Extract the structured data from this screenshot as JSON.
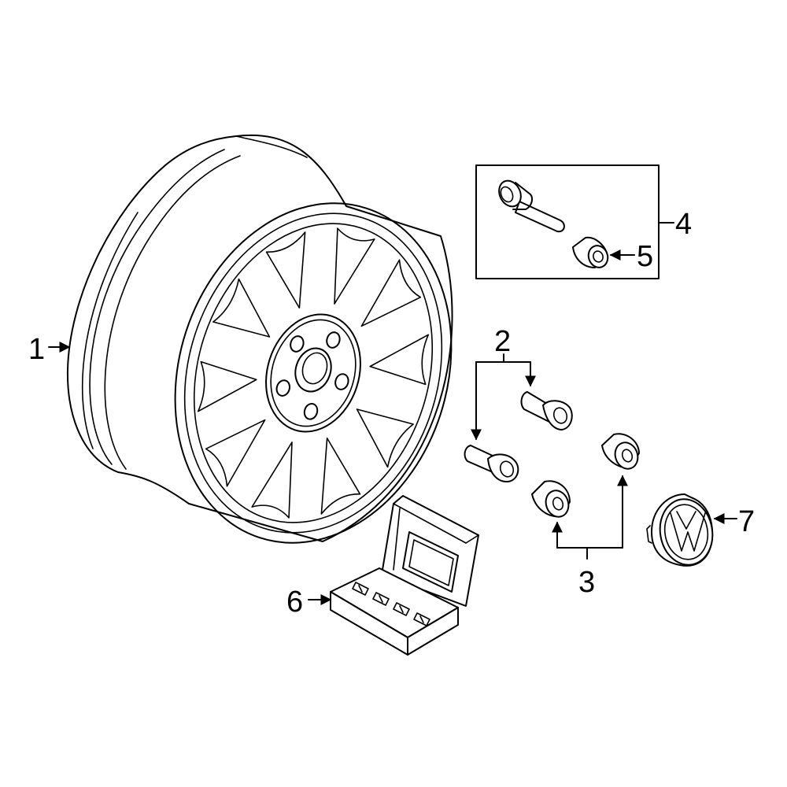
{
  "colors": {
    "highlight": "#2f56c3",
    "line": "#000000",
    "background": "#ffffff"
  },
  "callouts": {
    "c1": "1",
    "c2": "2",
    "c3": "3",
    "c4": "4",
    "c5": "5",
    "c6": "6",
    "c7": "7"
  }
}
